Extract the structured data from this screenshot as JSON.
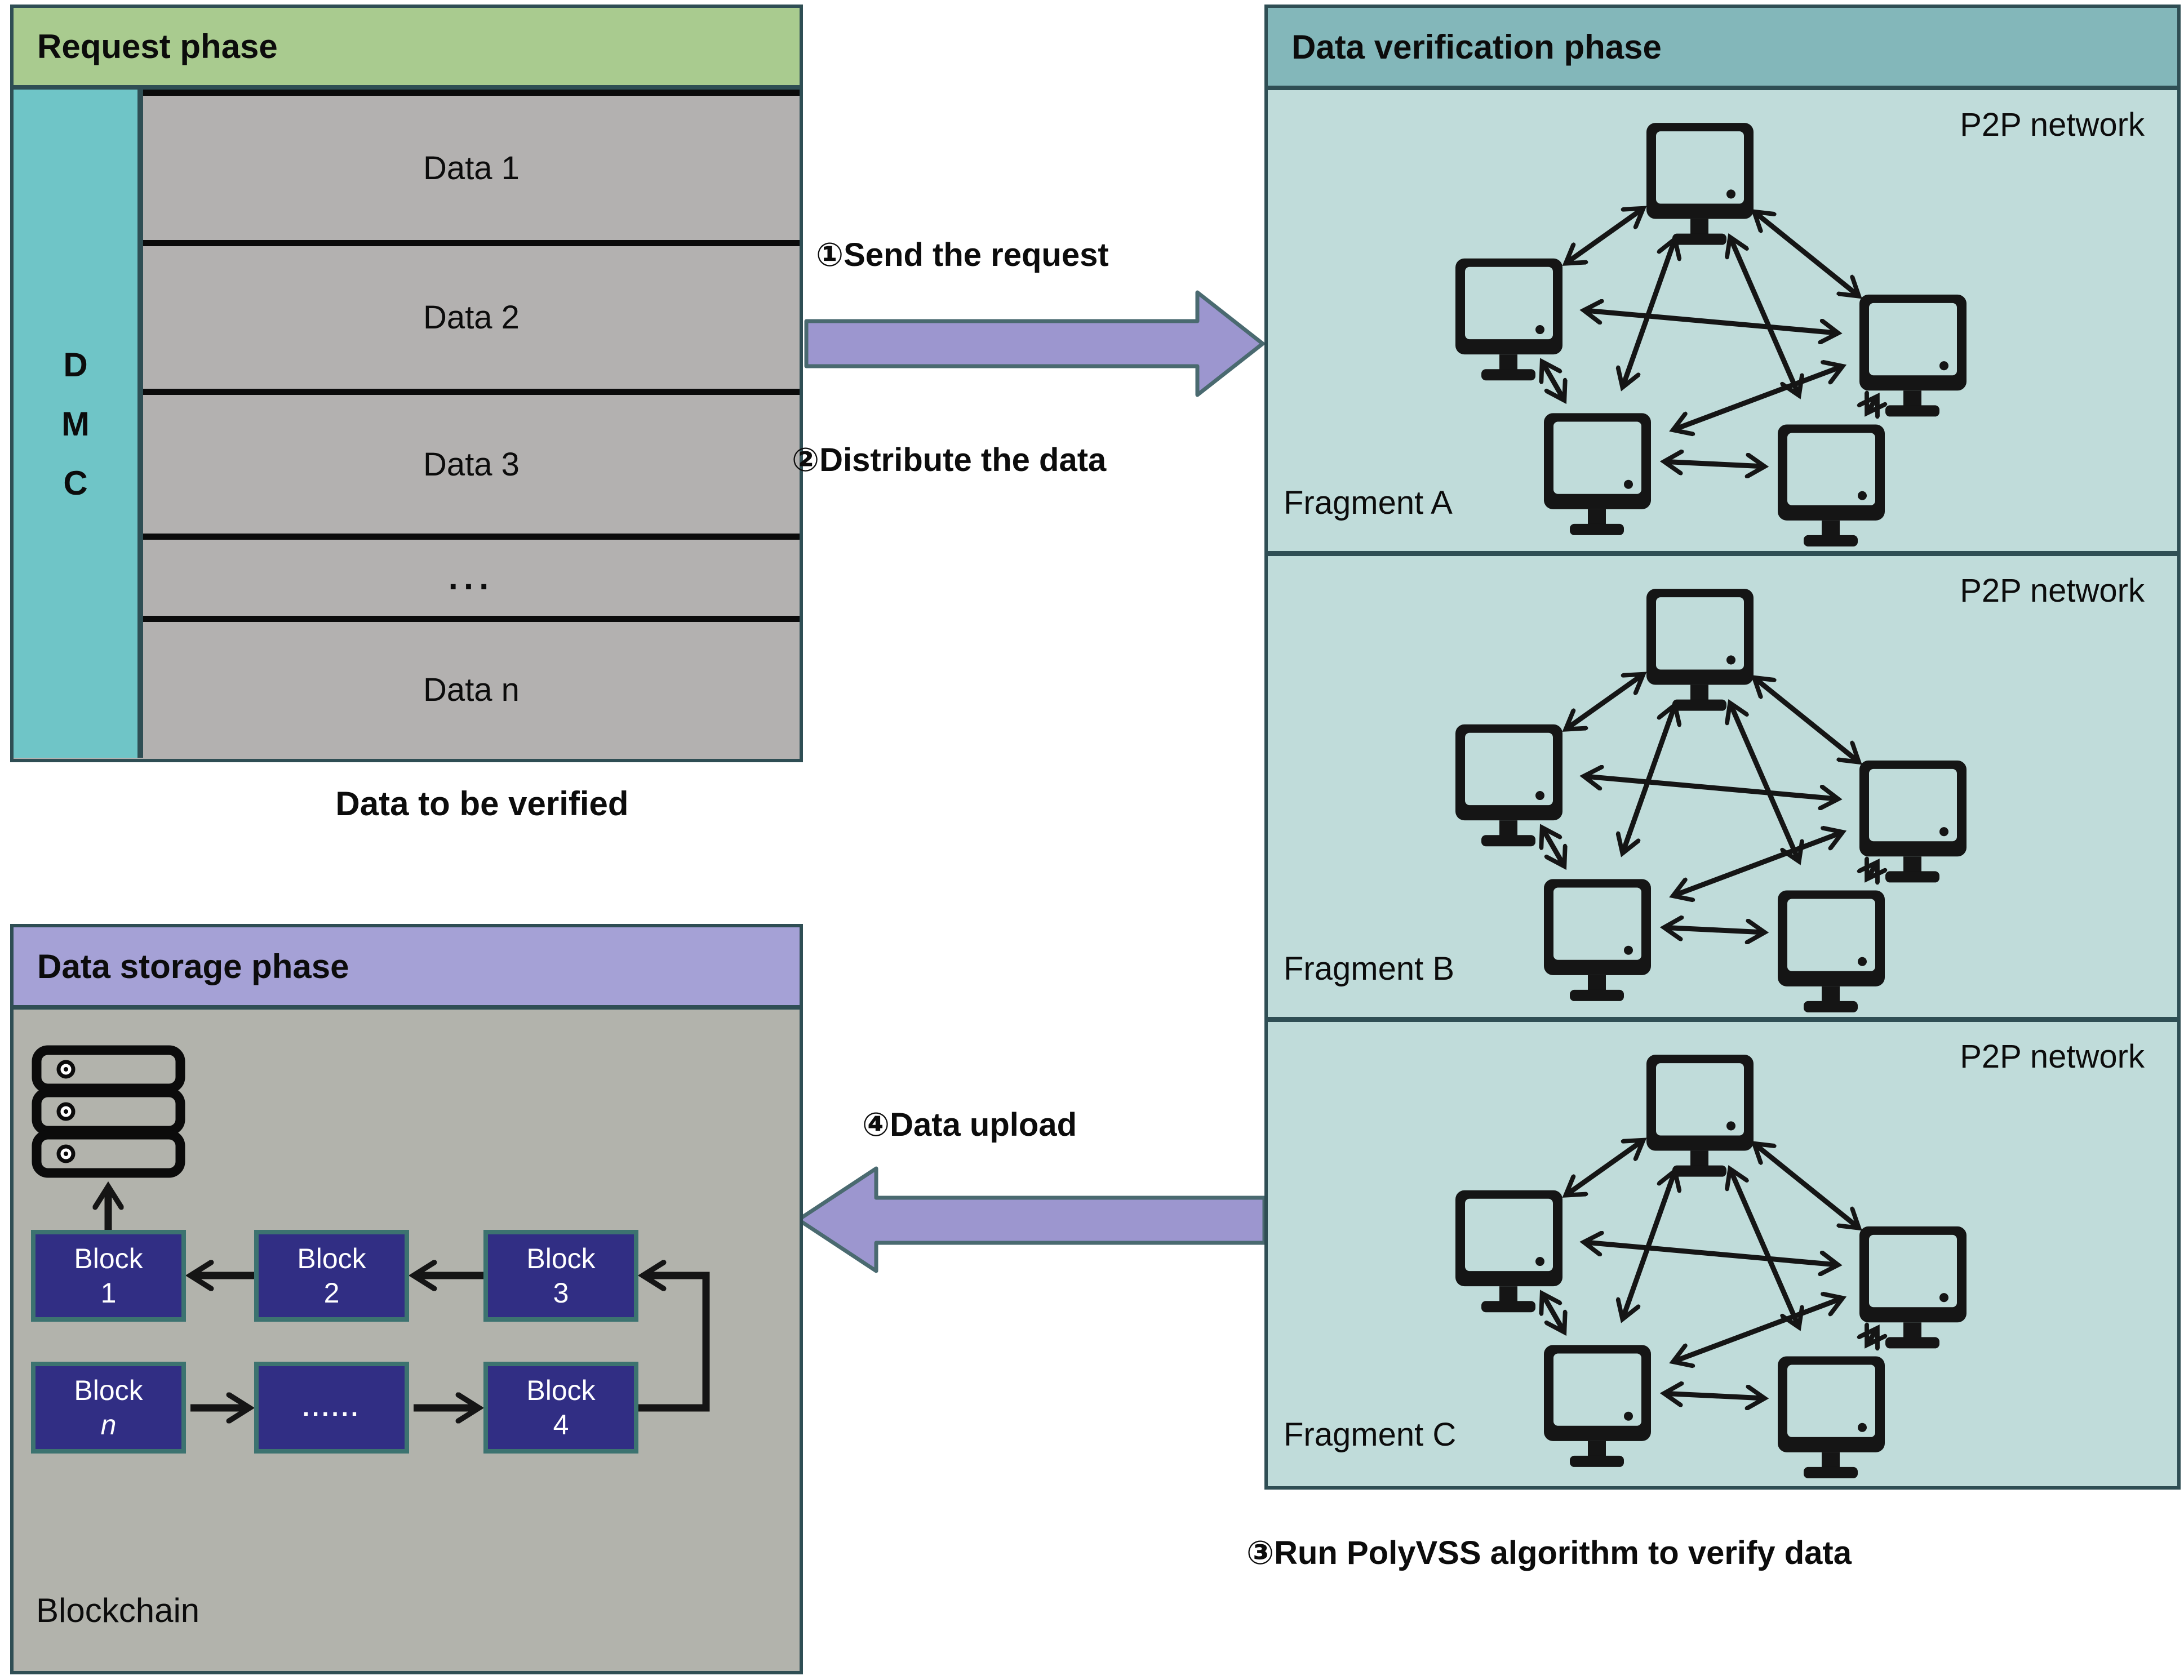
{
  "colors": {
    "request_header_bg": "#a9cb8f",
    "dmc_bg": "#6fc5c7",
    "data_row_bg": "#b3b1b0",
    "verification_header_bg": "#83b7ba",
    "fragment_bg": "#c0dcda",
    "storage_header_bg": "#a5a1d6",
    "storage_body_bg": "#b2b3ac",
    "block_bg": "#312e84",
    "block_border": "#3c7370",
    "panel_border": "#2f4e54",
    "big_arrow_fill": "#9c96cf",
    "big_arrow_border": "#4a6a70",
    "line_color": "#151515"
  },
  "request_panel": {
    "title": "Request phase",
    "dmc": [
      "D",
      "M",
      "C"
    ],
    "rows": [
      "Data 1",
      "Data 2",
      "Data 3",
      "...",
      "Data n"
    ],
    "caption": "Data to be verified"
  },
  "verification_panel": {
    "title": "Data verification phase",
    "fragments": [
      {
        "label": "Fragment A",
        "network_label": "P2P network",
        "node_count": 5
      },
      {
        "label": "Fragment B",
        "network_label": "P2P network",
        "node_count": 5
      },
      {
        "label": "Fragment C",
        "network_label": "P2P network",
        "node_count": 5
      }
    ]
  },
  "storage_panel": {
    "title": "Data storage phase",
    "caption": "Blockchain",
    "blocks": {
      "row1": [
        [
          "Block",
          "1"
        ],
        [
          "Block",
          "2"
        ],
        [
          "Block",
          "3"
        ]
      ],
      "row2": [
        [
          "Block",
          "n"
        ],
        [
          "......"
        ],
        [
          "Block",
          "4"
        ]
      ]
    }
  },
  "annotations": {
    "step1": "①Send the request",
    "step2": "②Distribute the data",
    "step3": "③Run PolyVSS algorithm to verify data",
    "step4": "④Data upload"
  },
  "icons": {
    "computer": "computer-icon",
    "server": "server-icon",
    "send_request_arrow": "send-request-arrow",
    "data_upload_arrow": "data-upload-arrow"
  }
}
